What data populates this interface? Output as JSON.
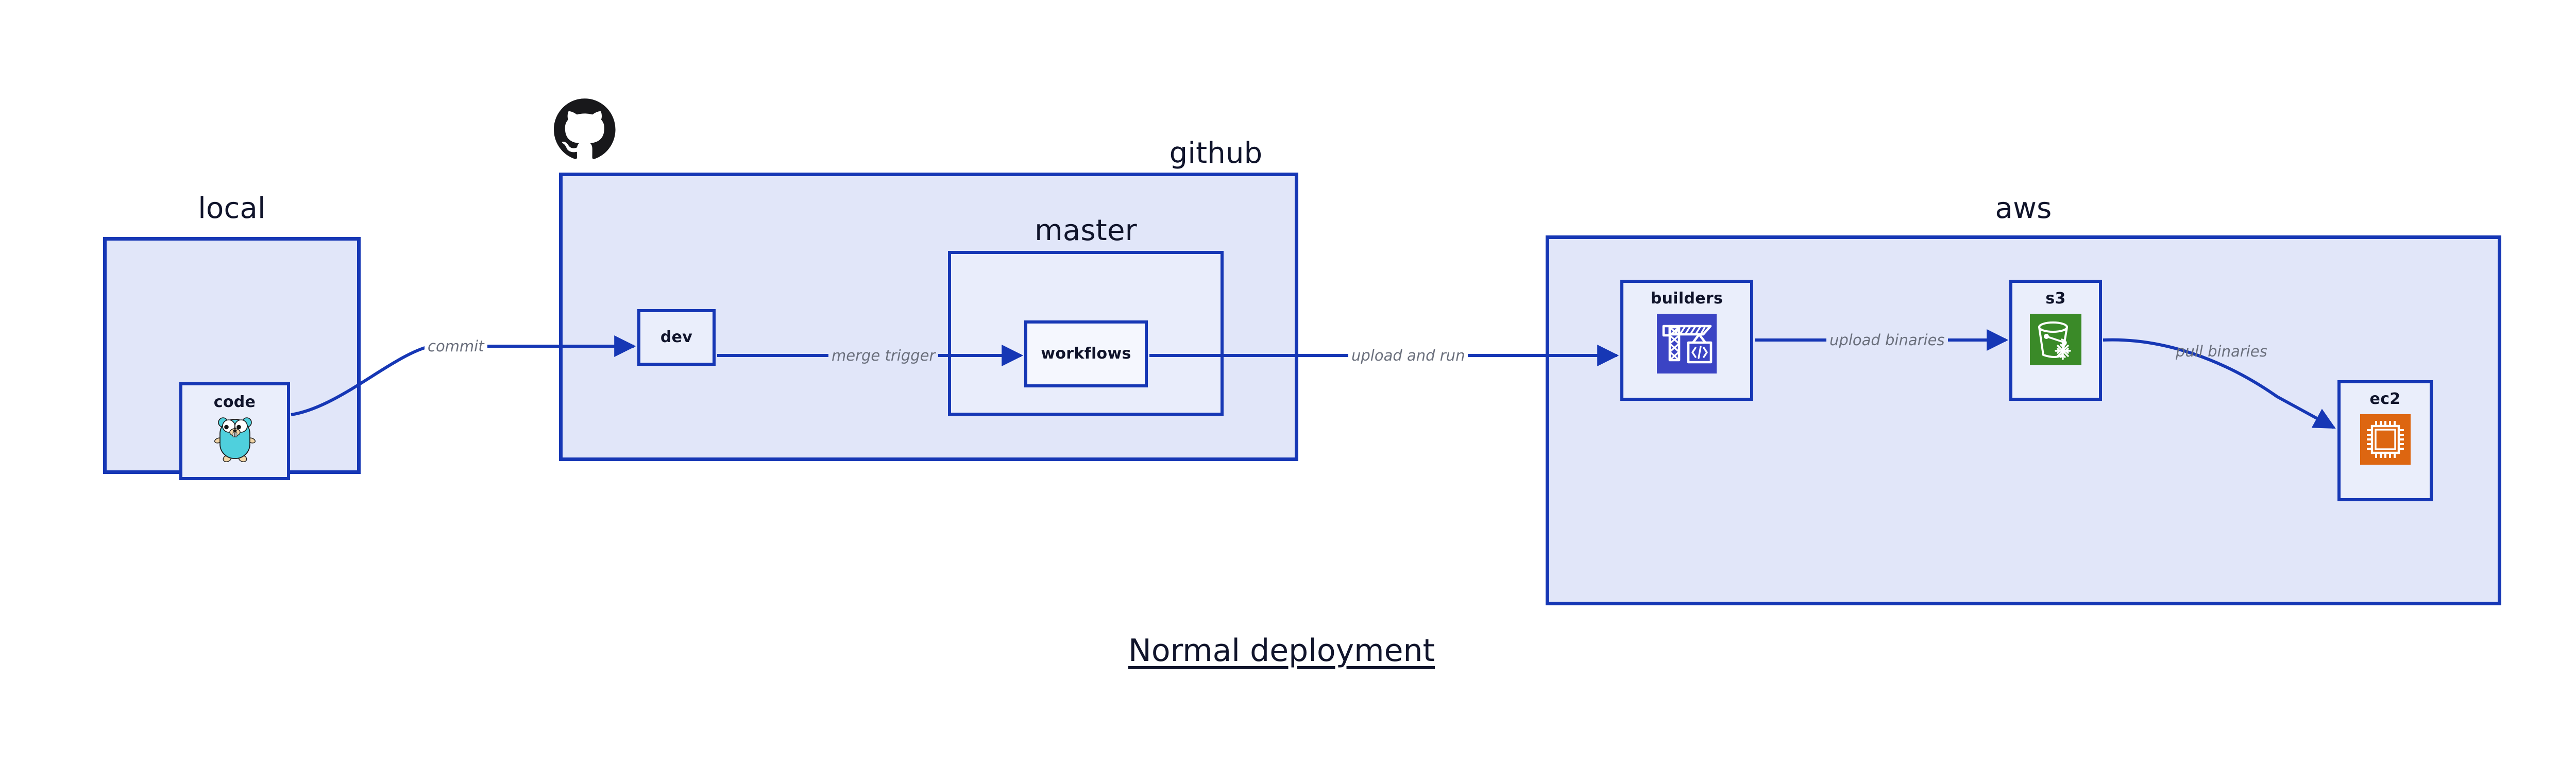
{
  "diagram": {
    "title": "Normal deployment",
    "accent_border": "#1637b5",
    "group_fill": "#e1e6f9",
    "node_fill": "#eaeefb",
    "text_color": "#10142b",
    "edge_label_color": "#6a6f7c"
  },
  "groups": [
    {
      "id": "local",
      "label": "local"
    },
    {
      "id": "github",
      "label": "github"
    },
    {
      "id": "master",
      "label": "master"
    },
    {
      "id": "aws",
      "label": "aws"
    }
  ],
  "nodes": [
    {
      "id": "code",
      "label": "code",
      "icon": "go-gopher-icon"
    },
    {
      "id": "dev",
      "label": "dev",
      "icon": "none"
    },
    {
      "id": "workflows",
      "label": "workflows",
      "icon": "none"
    },
    {
      "id": "builders",
      "label": "builders",
      "icon": "aws-codebuild-crane-icon",
      "icon_color": "#3b44c4"
    },
    {
      "id": "s3",
      "label": "s3",
      "icon": "aws-s3-bucket-icon",
      "icon_color": "#3a8a28"
    },
    {
      "id": "ec2",
      "label": "ec2",
      "icon": "aws-ec2-chip-icon",
      "icon_color": "#dd6611"
    }
  ],
  "edges": [
    {
      "id": "commit",
      "label": "commit",
      "from": "code",
      "to": "dev"
    },
    {
      "id": "merge-trigger",
      "label": "merge trigger",
      "from": "dev",
      "to": "workflows"
    },
    {
      "id": "upload-and-run",
      "label": "upload and run",
      "from": "workflows",
      "to": "builders"
    },
    {
      "id": "upload-binaries",
      "label": "upload binaries",
      "from": "builders",
      "to": "s3"
    },
    {
      "id": "pull-binaries",
      "label": "pull binaries",
      "from": "s3",
      "to": "ec2"
    }
  ],
  "logos": [
    {
      "id": "github-octocat",
      "name": "github-octocat-icon",
      "color": "#18181b"
    }
  ]
}
